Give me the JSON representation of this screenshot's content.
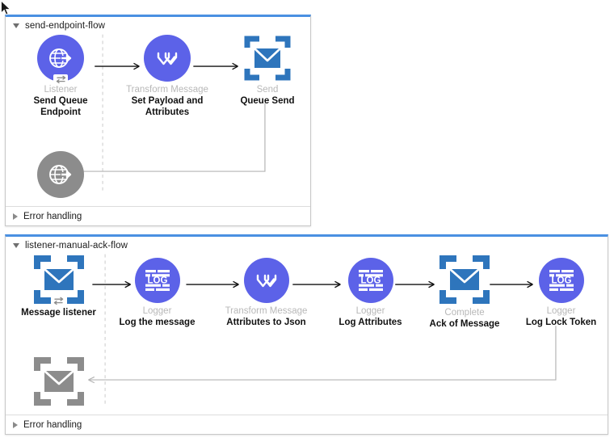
{
  "app": {
    "cursor_icon": "mouse-pointer-icon",
    "background": "#ffffff",
    "accent_blue": "#4a90e2",
    "node_purple": "#5c62e8",
    "node_blue": "#2e75bc",
    "node_gray": "#8c8c8c",
    "type_label_color": "#b8b8b8"
  },
  "flows": [
    {
      "id": "send-endpoint-flow",
      "title": "send-endpoint-flow",
      "expander_icon": "triangle-down-icon",
      "footer": {
        "label": "Error handling",
        "expander_icon": "triangle-right-icon"
      },
      "nodes": [
        {
          "type": "Listener",
          "name": "Send Queue Endpoint",
          "name_line1": "Send Queue",
          "name_line2": "Endpoint",
          "icon": "globe-arrow-icon",
          "badge_icon": "exchange-arrows-icon",
          "shape": "circle",
          "color": "#5c62e8"
        },
        {
          "type": "Transform Message",
          "name": "Set Payload and Attributes",
          "name_line1": "Set Payload and",
          "name_line2": "Attributes",
          "icon": "transform-check-icon",
          "shape": "circle",
          "color": "#5c62e8"
        },
        {
          "type": "Send",
          "name": "Queue Send",
          "name_line1": "Queue Send",
          "name_line2": "",
          "icon": "envelope-bracket-icon",
          "shape": "bracket",
          "color": "#2e75bc"
        }
      ],
      "error_node": {
        "type": "",
        "name": "",
        "icon": "globe-arrow-icon",
        "shape": "circle",
        "color": "#8c8c8c"
      }
    },
    {
      "id": "listener-manual-ack-flow",
      "title": "listener-manual-ack-flow",
      "expander_icon": "triangle-down-icon",
      "footer": {
        "label": "Error handling",
        "expander_icon": "triangle-right-icon"
      },
      "nodes": [
        {
          "type": "",
          "name": "Message listener",
          "name_line1": "Message listener",
          "name_line2": "",
          "icon": "envelope-bracket-icon",
          "badge_icon": "exchange-arrows-icon",
          "shape": "bracket",
          "color": "#2e75bc"
        },
        {
          "type": "Logger",
          "name": "Log the message",
          "name_line1": "Log the message",
          "name_line2": "",
          "icon": "log-icon",
          "shape": "circle",
          "color": "#5c62e8"
        },
        {
          "type": "Transform Message",
          "name": "Attributes to Json",
          "name_line1": "Attributes to Json",
          "name_line2": "",
          "icon": "transform-check-icon",
          "shape": "circle",
          "color": "#5c62e8"
        },
        {
          "type": "Logger",
          "name": "Log Attributes",
          "name_line1": "Log Attributes",
          "name_line2": "",
          "icon": "log-icon",
          "shape": "circle",
          "color": "#5c62e8"
        },
        {
          "type": "Complete",
          "name": "Ack of Message",
          "name_line1": "Ack of Message",
          "name_line2": "",
          "icon": "envelope-bracket-icon",
          "shape": "bracket",
          "color": "#2e75bc"
        },
        {
          "type": "Logger",
          "name": "Log Lock Token",
          "name_line1": "Log Lock Token",
          "name_line2": "",
          "icon": "log-icon",
          "shape": "circle",
          "color": "#5c62e8"
        }
      ],
      "error_node": {
        "type": "",
        "name": "",
        "icon": "envelope-bracket-icon",
        "shape": "bracket",
        "color": "#8c8c8c"
      }
    }
  ]
}
